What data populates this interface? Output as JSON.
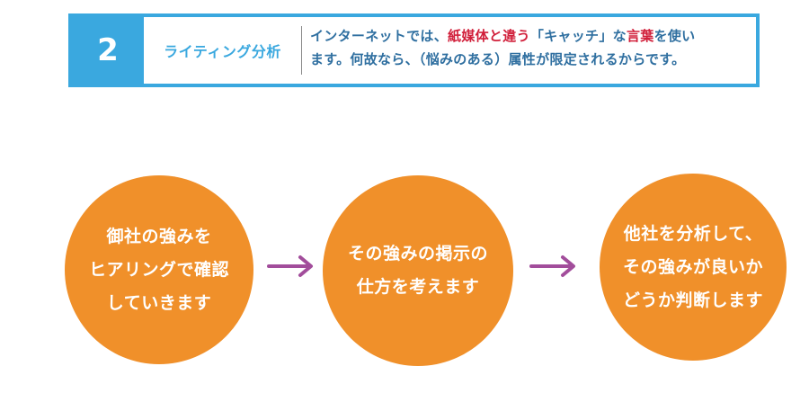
{
  "banner": {
    "number": "2",
    "label": "ライティング分析",
    "text_line1_prefix": "インターネットでは、",
    "text_line1_highlight1": "紙媒体と違う",
    "text_line1_mid": "「キャッチ」な",
    "text_line1_highlight2": "言葉",
    "text_line1_suffix": "を使い",
    "text_line2": "ます。何故なら、（悩みのある）属性が限定されるからです。",
    "colors": {
      "accent": "#3aa8df",
      "highlight": "#d11f3a",
      "text": "#2f6fa0"
    }
  },
  "steps": [
    {
      "lines": [
        "御社の強みを",
        "ヒアリングで確認",
        "していきます"
      ]
    },
    {
      "lines": [
        "その強みの掲示の",
        "仕方を考えます"
      ]
    },
    {
      "lines": [
        "他社を分析して、",
        "その強みが良いか",
        "どうか判断します"
      ]
    }
  ],
  "colors": {
    "circle": "#f0902a",
    "arrow": "#a24d9b"
  },
  "icons": {
    "arrow": "arrow-right-icon"
  }
}
